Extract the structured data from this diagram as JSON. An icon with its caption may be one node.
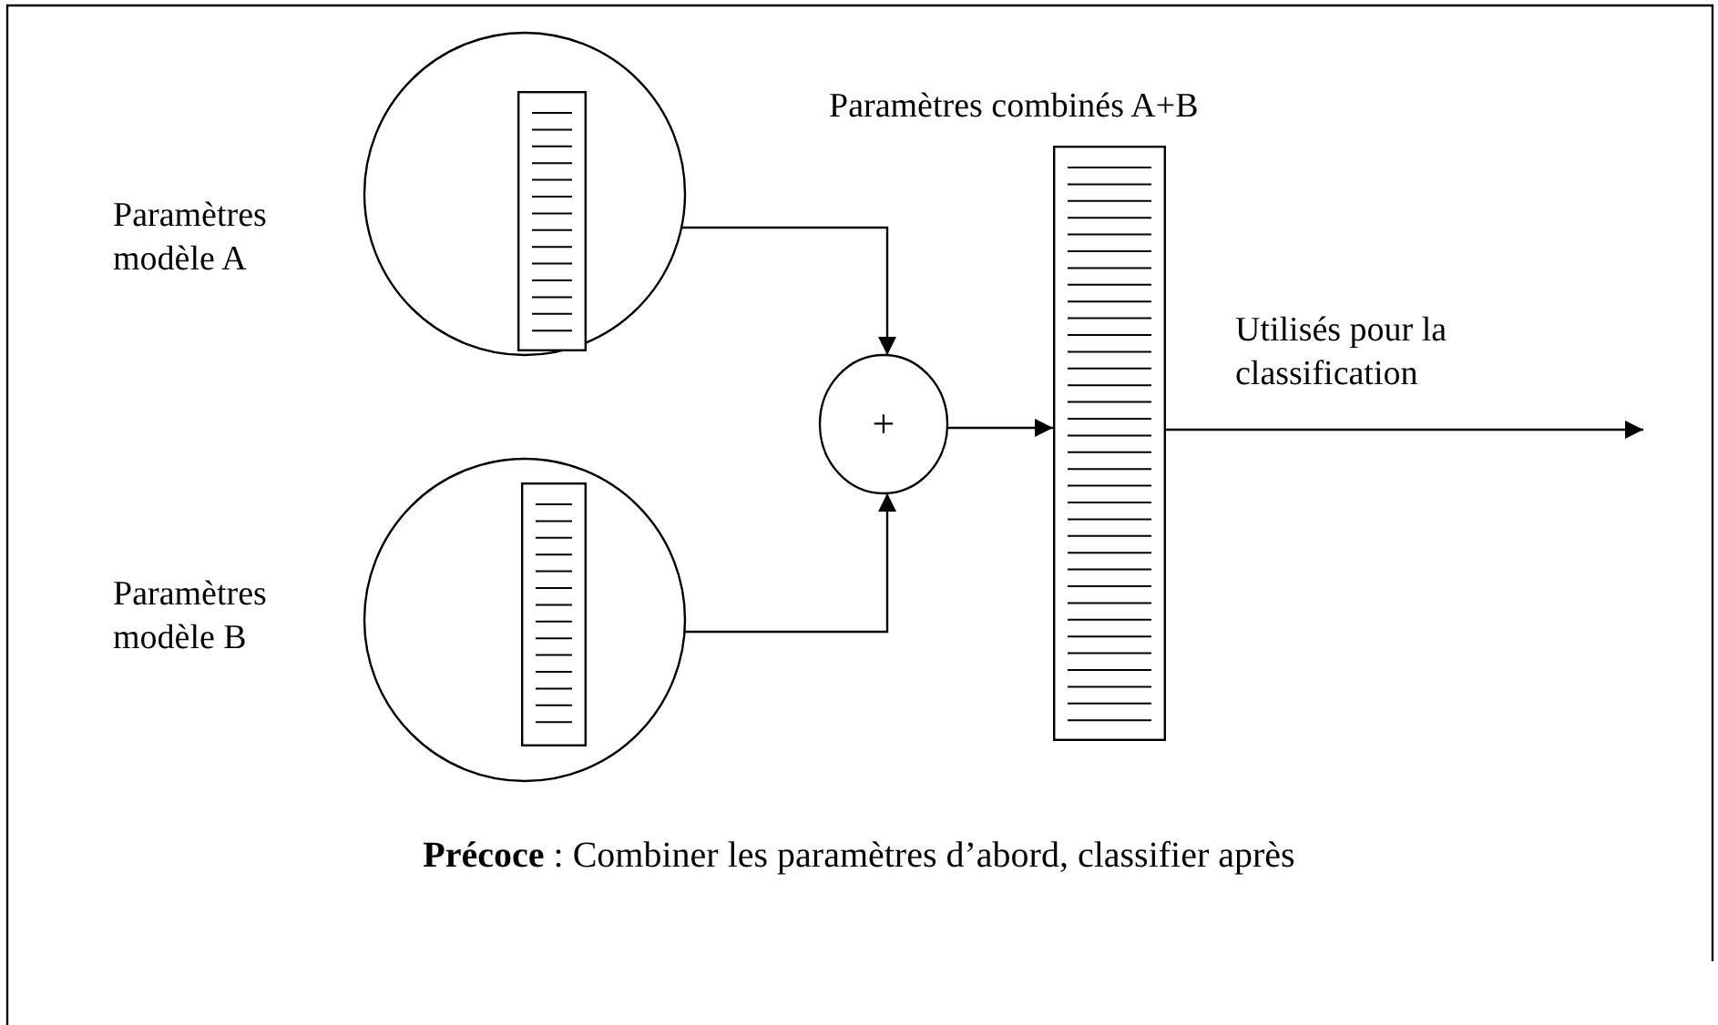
{
  "diagram": {
    "caption": "**Précoce** : Combiner les paramètres d’abord, classifier après",
    "nodes": [
      {
        "text": [
          "Paramètres modèle A"
        ]
      },
      {
        "text": [],
        "shape": "bar",
        "in": 0
      },
      {
        "text": [
          "Paramètres modèle B"
        ]
      },
      {
        "text": [],
        "shape": "bar",
        "in": 2
      },
      {
        "text": [
          "+"
        ]
      },
      {
        "text": [
          "Paramètres combinés A+B"
        ]
      }
    ],
    "edges": [
      {
        "from": 0,
        "to": 4,
        "arrow": "to"
      },
      {
        "from": 2,
        "to": 4,
        "arrow": "to"
      },
      {
        "from": 4,
        "to": 5,
        "arrow": "to"
      },
      {
        "from": 5,
        "to": null,
        "arrow": "to",
        "label": "Utilisés pour la classification"
      }
    ]
  }
}
